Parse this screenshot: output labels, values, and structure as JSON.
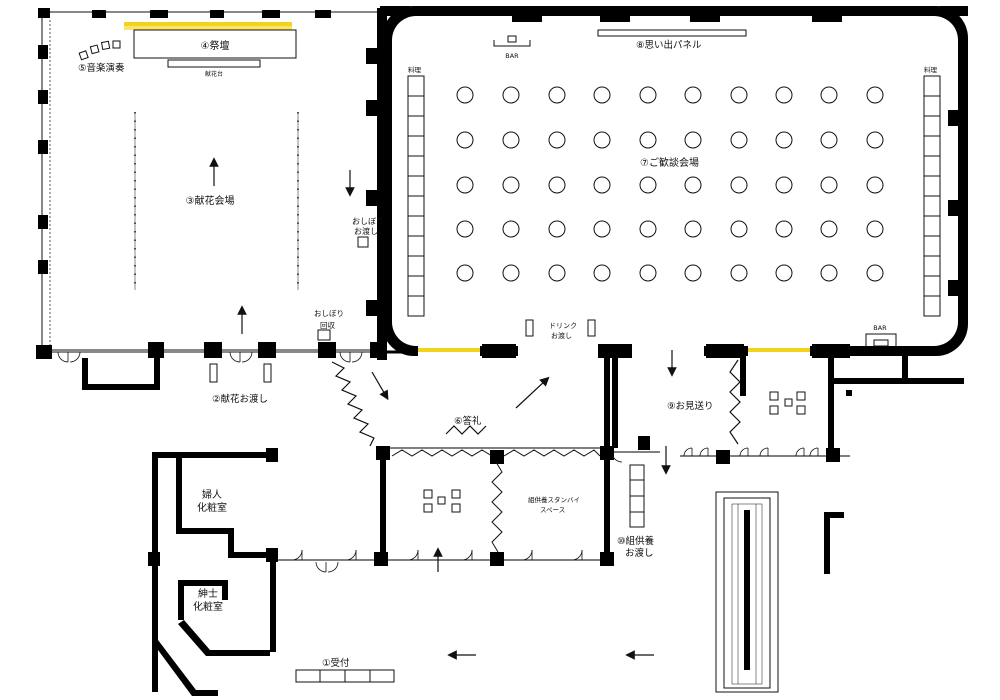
{
  "labels": {
    "reception": "①受付",
    "flower_handover": "②献花お渡し",
    "flower_venue": "③献花会場",
    "altar": "④祭壇",
    "music": "⑤音楽演奏",
    "thanks_gift": "⑥答礼",
    "banquet": "⑦ご歓談会場",
    "memory_panel": "⑧思い出パネル",
    "send_off": "⑨お見送り",
    "offering_handover_1": "⑩組供養",
    "offering_handover_2": "お渡し",
    "flower_table": "献花台",
    "bar_top": "BAR",
    "bar_bottom": "BAR",
    "cuisine_left": "料理",
    "cuisine_right": "料理",
    "towel_handover_1": "おしぼり",
    "towel_handover_2": "お渡し",
    "towel_collect_1": "おしぼり",
    "towel_collect_2": "回収",
    "drink_1": "ドリンク",
    "drink_2": "お渡し",
    "standby_1": "組供養スタンバイ",
    "standby_2": "スペース",
    "ladies_1": "婦人",
    "ladies_2": "化粧室",
    "gents_1": "紳士",
    "gents_2": "化粧室"
  },
  "colors": {
    "wall": "#000000",
    "line": "#111111",
    "accent_yellow": "#f2d21b"
  }
}
